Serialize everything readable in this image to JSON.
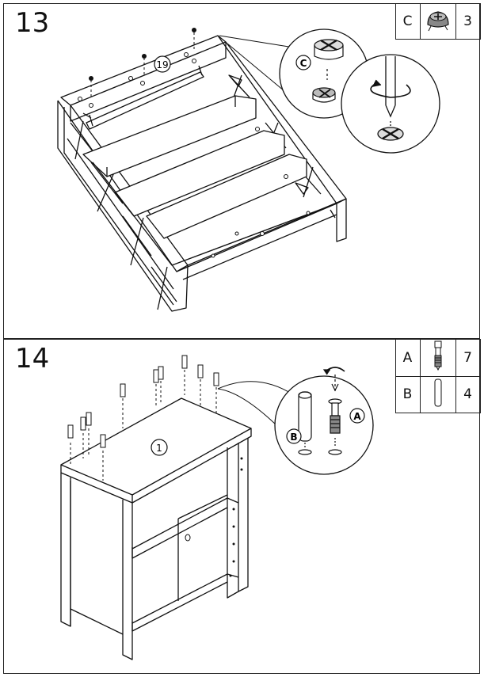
{
  "step13": {
    "number": "13",
    "part_label": "C",
    "part_icon": "cam-lock-icon",
    "part_qty": "3",
    "panel_label": "19",
    "callout_label": "C"
  },
  "step14": {
    "number": "14",
    "parts": [
      {
        "label": "A",
        "icon": "dowel-screw-icon",
        "qty": "7"
      },
      {
        "label": "B",
        "icon": "wood-dowel-icon",
        "qty": "4"
      }
    ],
    "panel_label": "1",
    "callout_label_b": "B",
    "callout_label_a": "A"
  }
}
